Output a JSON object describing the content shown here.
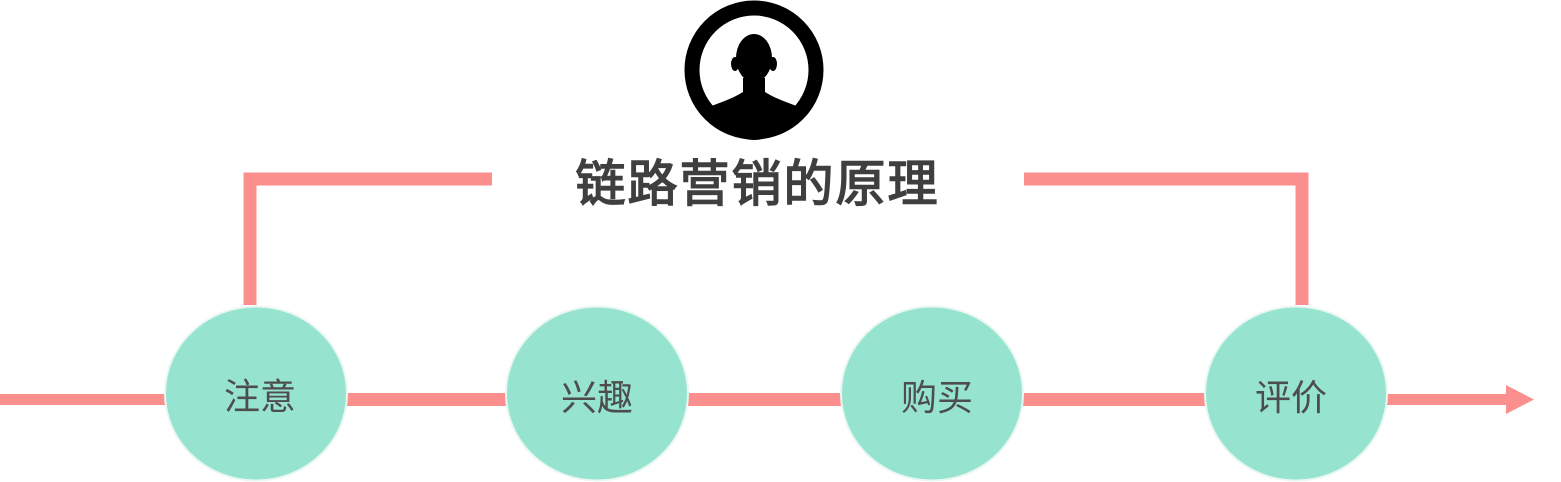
{
  "diagram": {
    "title": "链路营销的原理",
    "stages": [
      {
        "label": "注意"
      },
      {
        "label": "兴趣"
      },
      {
        "label": "购买"
      },
      {
        "label": "评价"
      }
    ]
  },
  "colors": {
    "connector": "#fa8f8e",
    "node_fill": "#96e4cf",
    "node_stroke": "#e9f7f2",
    "title_text": "#3f3f3f",
    "label_text": "#4d4d4d",
    "avatar": "#000000"
  },
  "icons": {
    "avatar": "user-avatar-icon",
    "arrow": "arrow-right-icon"
  }
}
